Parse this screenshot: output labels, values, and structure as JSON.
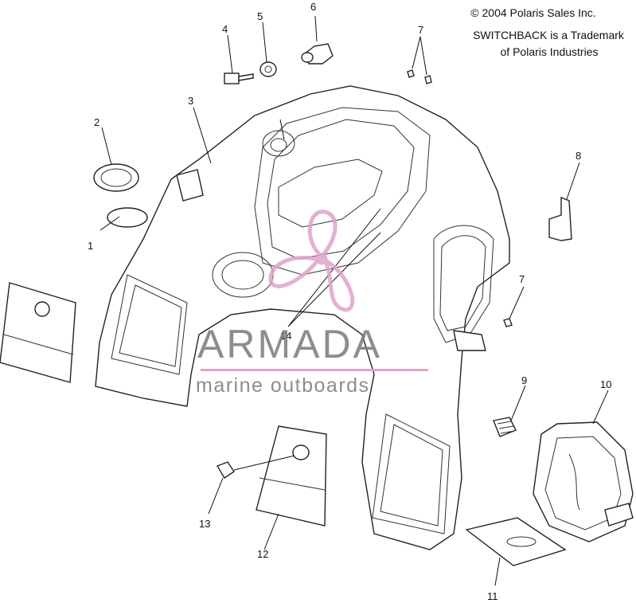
{
  "notice": {
    "copyright": "© 2004 Polaris Sales Inc.",
    "trademark_line1": "SWITCHBACK is a Trademark",
    "trademark_line2": "of Polaris Industries"
  },
  "callouts": [
    "1",
    "2",
    "3",
    "4",
    "5",
    "6",
    "7",
    "7",
    "8",
    "9",
    "10",
    "11",
    "12",
    "13",
    "14"
  ],
  "watermark": {
    "brand": "ARMADA",
    "tagline": "marine outboards",
    "accent_color": "#e0a3c9",
    "text_color": "#7a7a7a"
  }
}
